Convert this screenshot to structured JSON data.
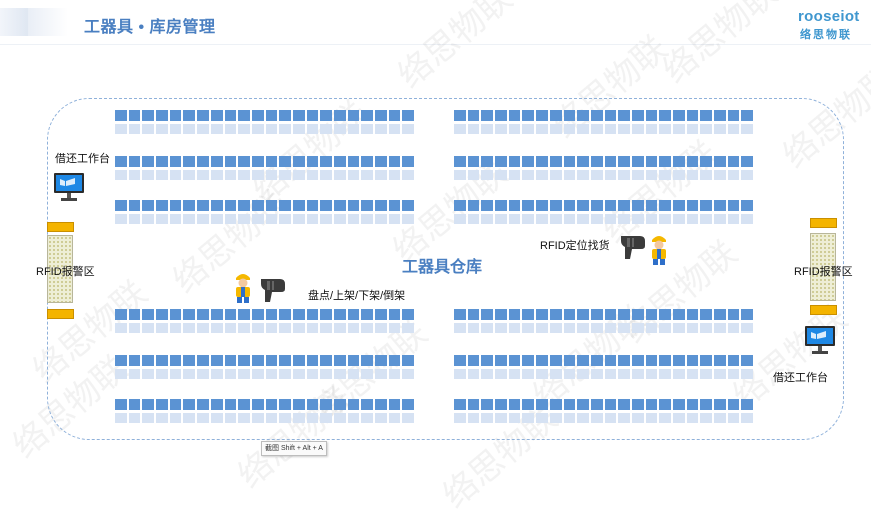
{
  "header": {
    "title": "工器具 • 库房管理",
    "logo_text": "rooseiot",
    "logo_subtitle": "络思物联"
  },
  "watermark_text": "络思物联",
  "warehouse": {
    "label": "工器具仓库",
    "shelf_rows": 6,
    "shelf_columns_per_block": 22,
    "blocks_per_row": 2
  },
  "labels": {
    "workstation_left": "借还工作台",
    "workstation_right": "借还工作台",
    "alarm_left": "RFID报警区",
    "alarm_right": "RFID报警区",
    "inventory_ops": "盘点/上架/下架/倒架",
    "rfid_locate": "RFID定位找货"
  },
  "screenshot_hint": "截图 Shift + Alt + A",
  "colors": {
    "shelf_top": "#5b93d3",
    "shelf_bottom": "#d6e2f3",
    "title": "#4a7fc1",
    "alarm": "#f4b400"
  },
  "icons": [
    "monitor-icon",
    "worker-icon",
    "rfid-scanner-icon"
  ]
}
